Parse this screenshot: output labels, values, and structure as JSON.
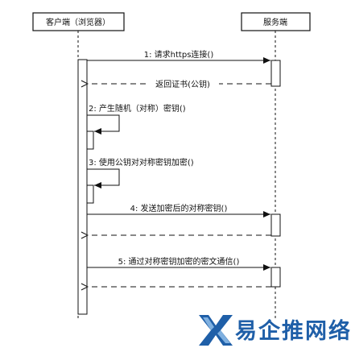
{
  "participants": {
    "client": "客户端（浏览器）",
    "server": "服务端"
  },
  "messages": [
    {
      "id": "m1",
      "label": "1: 请求https连接()"
    },
    {
      "id": "m2",
      "label": "返回证书(公钥)"
    },
    {
      "id": "m3",
      "label": "2: 产生随机（对称）密钥()"
    },
    {
      "id": "m4",
      "label": "3: 使用公钥对对称密钥加密()"
    },
    {
      "id": "m5",
      "label": "4: 发送加密后的对称密钥()"
    },
    {
      "id": "m6",
      "label": "5: 通过对称密钥加密的密文通信()"
    }
  ],
  "watermark": {
    "text": "易企推网络",
    "icon": "x-logo-icon",
    "color": "#1f5fa8"
  }
}
